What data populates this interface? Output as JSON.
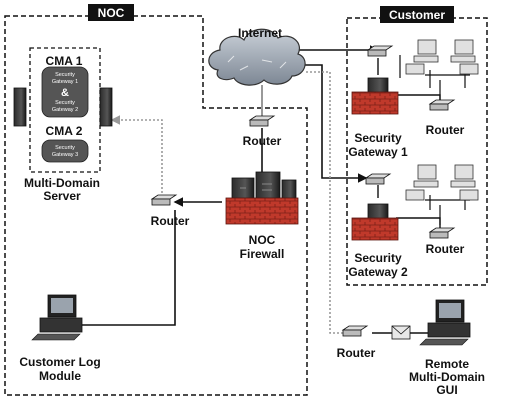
{
  "zones": {
    "noc": "NOC",
    "customer": "Customer"
  },
  "labels": {
    "internet": "Internet",
    "router_top": "Router",
    "router_left": "Router",
    "router_customer_1": "Router",
    "router_customer_2": "Router",
    "router_bottom": "Router",
    "noc_firewall_line1": "NOC",
    "noc_firewall_line2": "Firewall",
    "mds_line1": "Multi-Domain",
    "mds_line2": "Server",
    "sg1_line1": "Security",
    "sg1_line2": "Gateway 1",
    "sg2_line1": "Security",
    "sg2_line2": "Gateway 2",
    "clm_line1": "Customer Log",
    "clm_line2": "Module",
    "remote_line1": "Remote",
    "remote_line2": "Multi-Domain",
    "remote_line3": "GUI"
  },
  "cma": {
    "cma1": "CMA 1",
    "cma1_gw1_line1": "Security",
    "cma1_gw1_line2": "Gateway 1",
    "ampersand": "&",
    "cma1_gw2_line1": "Security",
    "cma1_gw2_line2": "Gateway 2",
    "cma2": "CMA 2",
    "cma2_gw3_line1": "Security",
    "cma2_gw3_line2": "Gateway 3"
  }
}
